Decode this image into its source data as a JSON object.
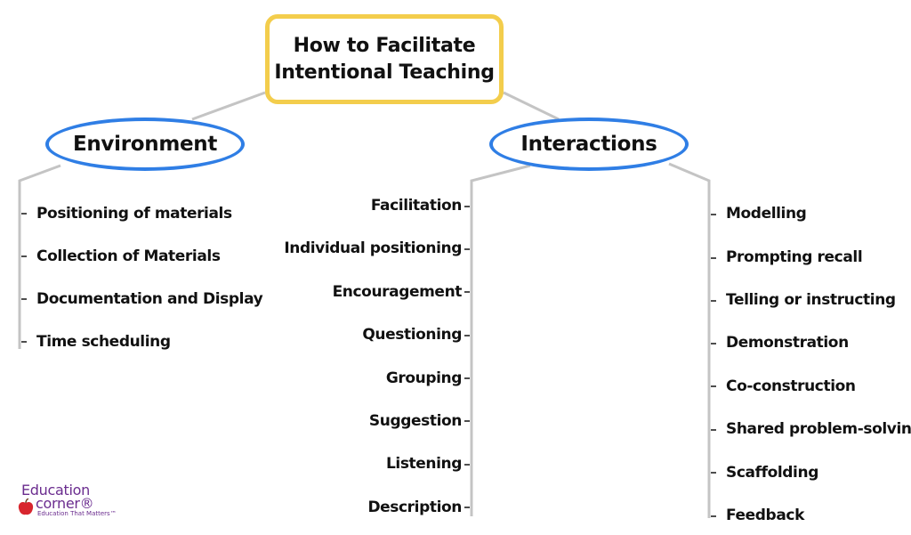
{
  "title": {
    "line1": "How to Facilitate",
    "line2": "Intentional Teaching"
  },
  "branches": {
    "environment": {
      "label": "Environment",
      "items": [
        "Positioning of materials",
        "Collection of Materials",
        "Documentation and Display",
        "Time scheduling"
      ]
    },
    "interactions": {
      "label": "Interactions",
      "left_items": [
        "Facilitation",
        "Individual positioning",
        "Encouragement",
        "Questioning",
        "Grouping",
        "Suggestion",
        "Listening",
        "Description"
      ],
      "right_items": [
        "Modelling",
        "Prompting recall",
        "Telling or instructing",
        "Demonstration",
        "Co-construction",
        "Shared problem-solving",
        "Scaffolding",
        "Feedback"
      ]
    }
  },
  "logo": {
    "line1": "Education",
    "line2": "corner®",
    "tagline": "Education That Matters™"
  },
  "colors": {
    "root_border": "#f3cd4c",
    "branch_border": "#2f7ee5",
    "connector": "#c4c4c4",
    "logo": "#6b2d8f",
    "apple": "#d8262e"
  }
}
